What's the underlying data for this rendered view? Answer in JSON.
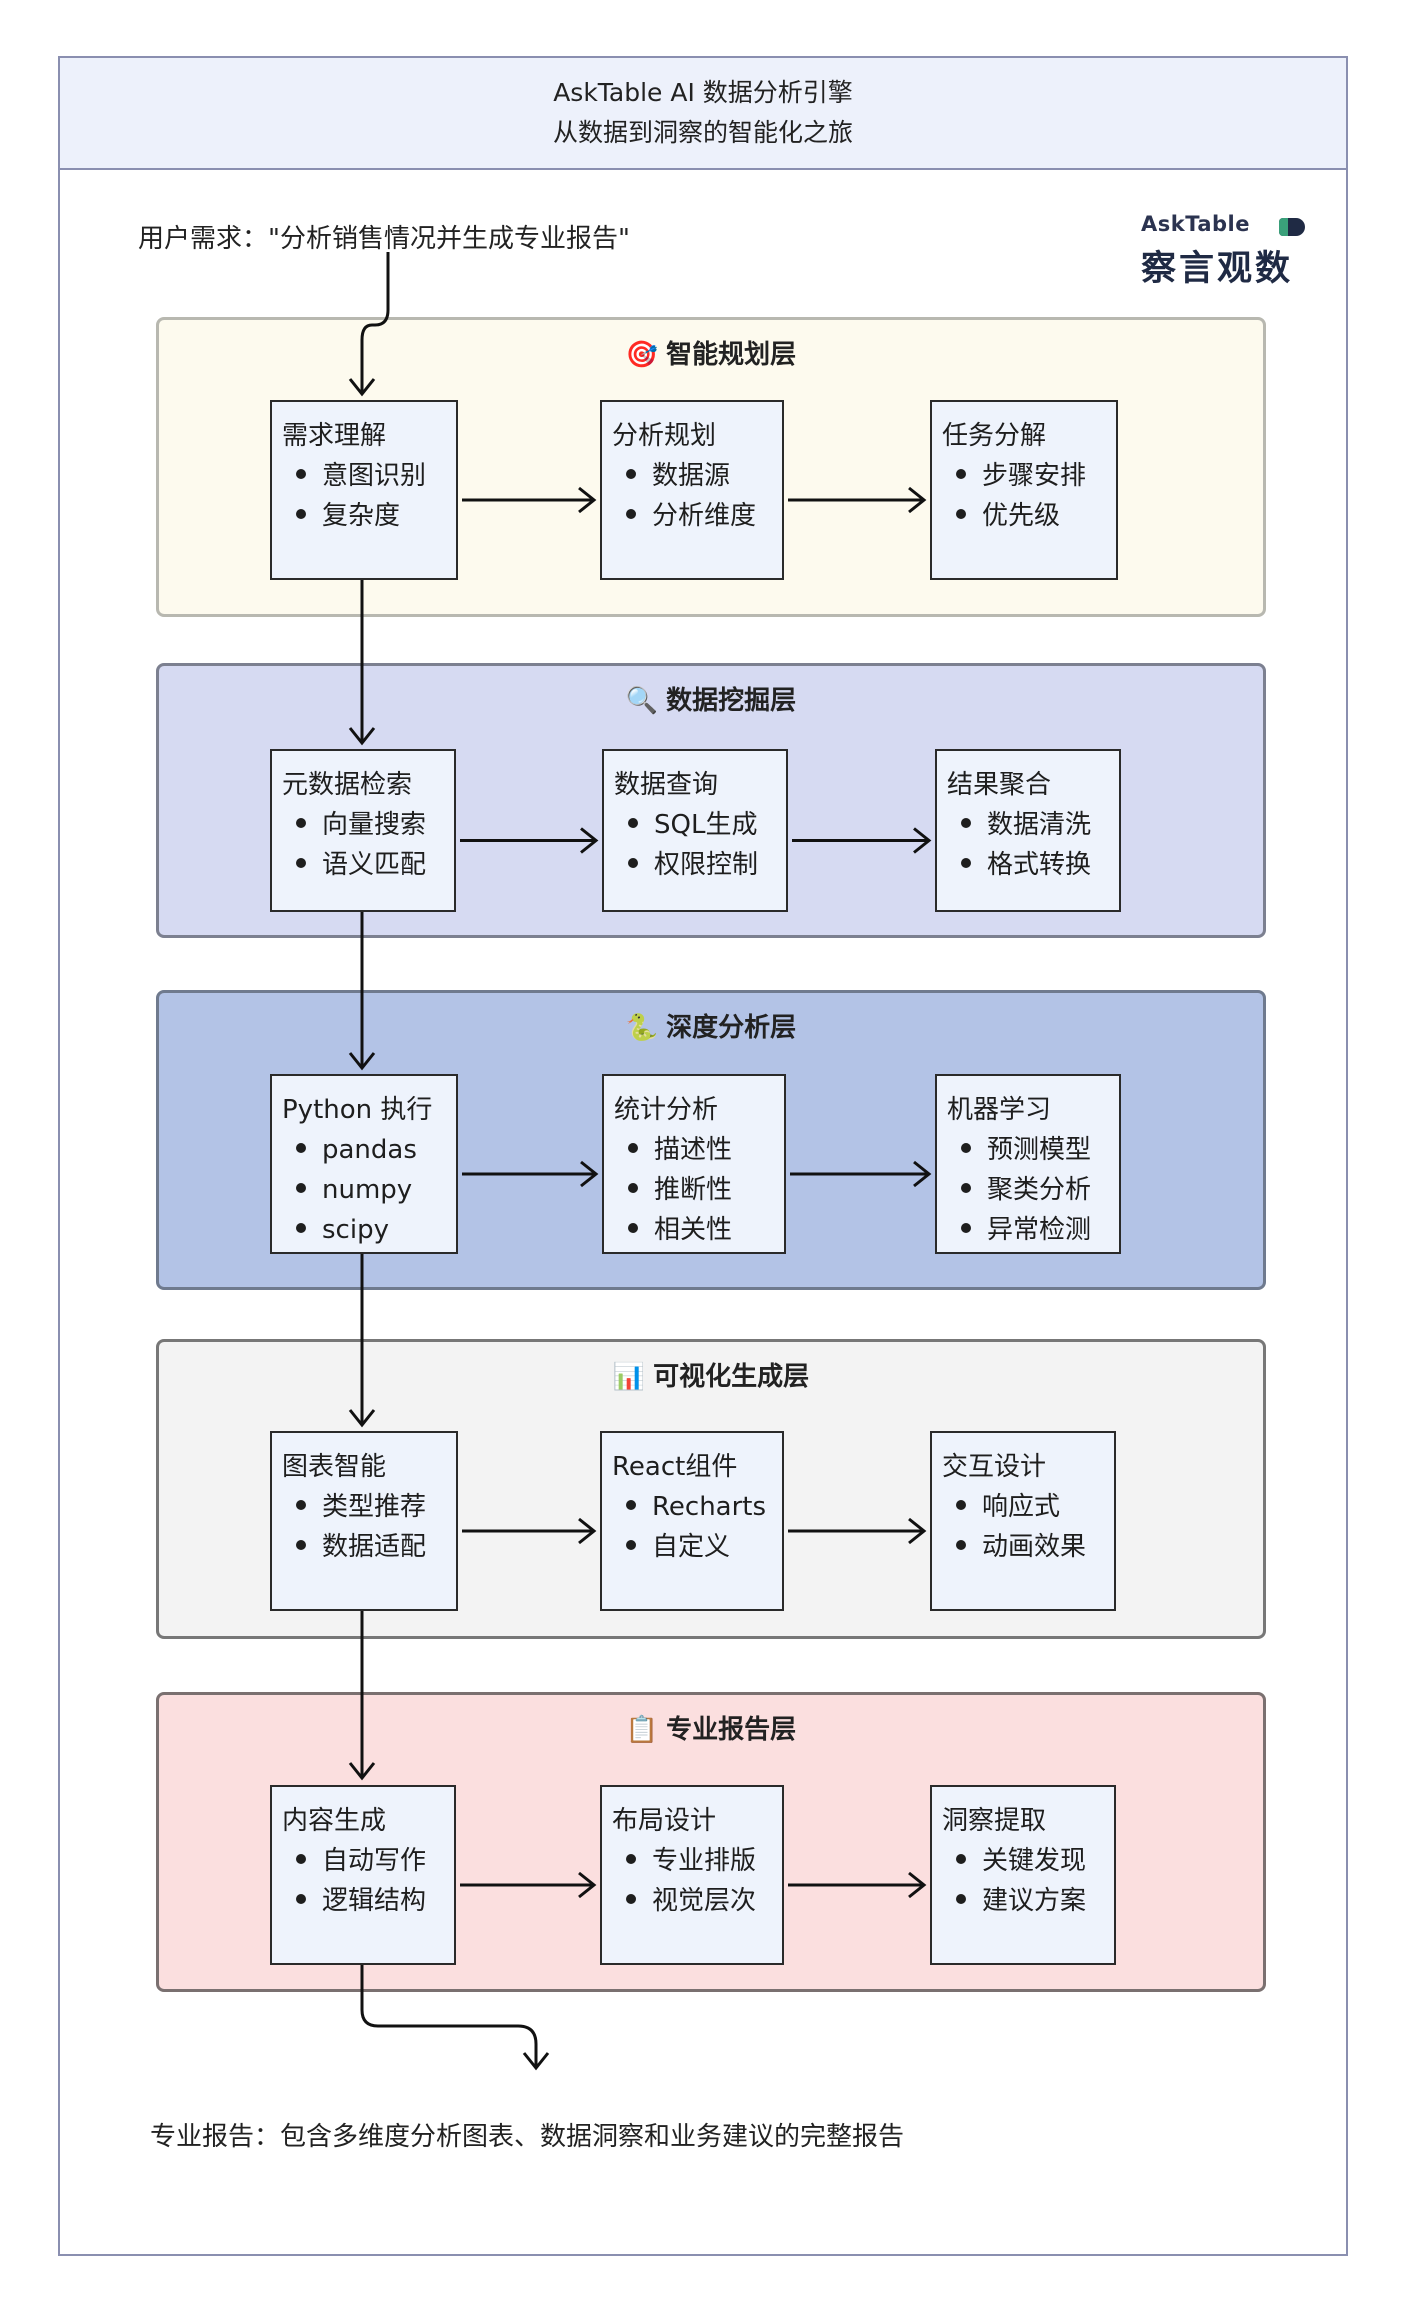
{
  "title": {
    "line1": "AskTable AI 数据分析引擎",
    "line2": "从数据到洞察的智能化之旅"
  },
  "request": "用户需求：\"分析销售情况并生成专业报告\"",
  "logo": {
    "en": "AskTable",
    "cn": "察言观数"
  },
  "layers": [
    {
      "icon": "🎯",
      "icon_name": "target-icon",
      "title": "智能规划层",
      "colors": {
        "fill": "#fdfaee",
        "border": "#b8b8b0"
      },
      "boxes": [
        {
          "title": "需求理解",
          "items": [
            "意图识别",
            "复杂度"
          ]
        },
        {
          "title": "分析规划",
          "items": [
            "数据源",
            "分析维度"
          ]
        },
        {
          "title": "任务分解",
          "items": [
            "步骤安排",
            "优先级"
          ]
        }
      ]
    },
    {
      "icon": "🔍",
      "icon_name": "magnifier-icon",
      "title": "数据挖掘层",
      "colors": {
        "fill": "#d6daf2",
        "border": "#7c8090"
      },
      "boxes": [
        {
          "title": "元数据检索",
          "items": [
            "向量搜索",
            "语义匹配"
          ]
        },
        {
          "title": "数据查询",
          "items": [
            "SQL生成",
            "权限控制"
          ]
        },
        {
          "title": "结果聚合",
          "items": [
            "数据清洗",
            "格式转换"
          ]
        }
      ]
    },
    {
      "icon": "🐍",
      "icon_name": "snake-icon",
      "title": "深度分析层",
      "colors": {
        "fill": "#b3c3e6",
        "border": "#6f7a8e"
      },
      "boxes": [
        {
          "title": "Python 执行",
          "items": [
            "pandas",
            "numpy",
            "scipy"
          ]
        },
        {
          "title": "统计分析",
          "items": [
            "描述性",
            "推断性",
            "相关性"
          ]
        },
        {
          "title": "机器学习",
          "items": [
            "预测模型",
            "聚类分析",
            "异常检测"
          ]
        }
      ]
    },
    {
      "icon": "📊",
      "icon_name": "bar-chart-icon",
      "title": "可视化生成层",
      "colors": {
        "fill": "#f3f3f3",
        "border": "#777777"
      },
      "boxes": [
        {
          "title": "图表智能",
          "items": [
            "类型推荐",
            "数据适配"
          ]
        },
        {
          "title": "React组件",
          "items": [
            "Recharts",
            "自定义"
          ]
        },
        {
          "title": "交互设计",
          "items": [
            "响应式",
            "动画效果"
          ]
        }
      ]
    },
    {
      "icon": "📋",
      "icon_name": "clipboard-icon",
      "title": "专业报告层",
      "colors": {
        "fill": "#fbdfdf",
        "border": "#7a7070"
      },
      "boxes": [
        {
          "title": "内容生成",
          "items": [
            "自动写作",
            "逻辑结构"
          ]
        },
        {
          "title": "布局设计",
          "items": [
            "专业排版",
            "视觉层次"
          ]
        },
        {
          "title": "洞察提取",
          "items": [
            "关键发现",
            "建议方案"
          ]
        }
      ]
    }
  ],
  "output": "专业报告：包含多维度分析图表、数据洞察和业务建议的完整报告"
}
